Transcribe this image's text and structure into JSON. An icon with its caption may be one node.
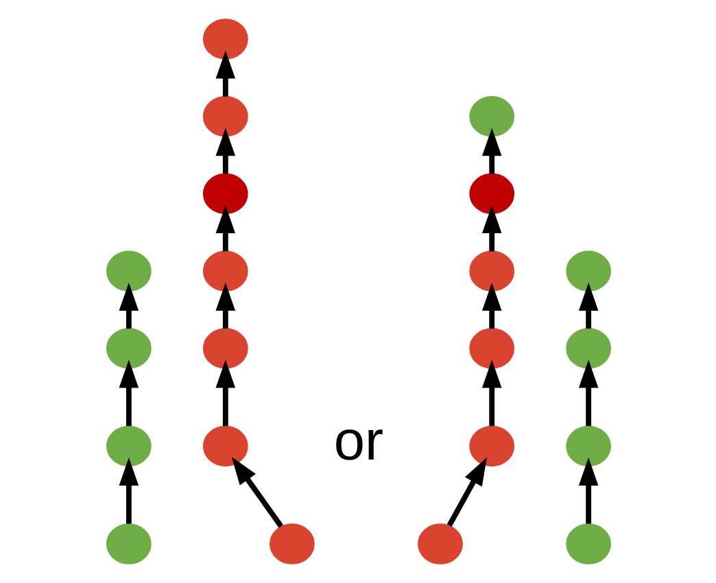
{
  "diagram": {
    "nodes": [
      {
        "text": [],
        "shape": "circle"
      },
      {
        "text": [],
        "shape": "circle"
      },
      {
        "text": [],
        "shape": "circle"
      },
      {
        "text": [],
        "shape": "circle"
      },
      {
        "text": [],
        "shape": "circle"
      },
      {
        "text": [],
        "shape": "circle"
      },
      {
        "text": [],
        "shape": "circle"
      },
      {
        "text": [],
        "shape": "circle"
      },
      {
        "text": [],
        "shape": "circle"
      },
      {
        "text": [],
        "shape": "circle"
      },
      {
        "text": [],
        "shape": "circle"
      },
      {
        "text": [],
        "shape": "circle"
      },
      {
        "text": [],
        "shape": "circle"
      },
      {
        "text": [],
        "shape": "circle"
      },
      {
        "text": [],
        "shape": "circle"
      },
      {
        "text": [],
        "shape": "circle"
      },
      {
        "text": [],
        "shape": "circle"
      },
      {
        "text": [],
        "shape": "circle"
      },
      {
        "text": [],
        "shape": "circle"
      },
      {
        "text": [],
        "shape": "circle"
      },
      {
        "text": [],
        "shape": "circle"
      }
    ],
    "edges": [
      {
        "from": 0,
        "to": 1,
        "arrow": "to"
      },
      {
        "from": 1,
        "to": 2,
        "arrow": "to"
      },
      {
        "from": 2,
        "to": 3,
        "arrow": "to"
      },
      {
        "from": 4,
        "to": 5,
        "arrow": "to"
      },
      {
        "from": 5,
        "to": 6,
        "arrow": "to"
      },
      {
        "from": 6,
        "to": 7,
        "arrow": "to"
      },
      {
        "from": 7,
        "to": 8,
        "arrow": "to"
      },
      {
        "from": 8,
        "to": 9,
        "arrow": "to"
      },
      {
        "from": 9,
        "to": 10,
        "arrow": "to"
      },
      {
        "from": 11,
        "to": 12,
        "arrow": "to"
      },
      {
        "from": 12,
        "to": 13,
        "arrow": "to"
      },
      {
        "from": 13,
        "to": 14,
        "arrow": "to"
      },
      {
        "from": 15,
        "to": 16,
        "arrow": "to"
      },
      {
        "from": 16,
        "to": 17,
        "arrow": "to"
      },
      {
        "from": 17,
        "to": 18,
        "arrow": "to"
      },
      {
        "from": 18,
        "to": 19,
        "arrow": "to"
      },
      {
        "from": 19,
        "to": 20,
        "arrow": "to"
      }
    ],
    "labels": [
      "or"
    ]
  }
}
